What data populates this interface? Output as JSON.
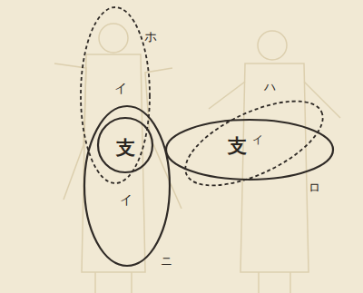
{
  "diagram": {
    "labels": [
      "ホ",
      "イ",
      "支",
      "イ",
      "ニ",
      "ハ",
      "支",
      "イ",
      "ロ"
    ]
  }
}
